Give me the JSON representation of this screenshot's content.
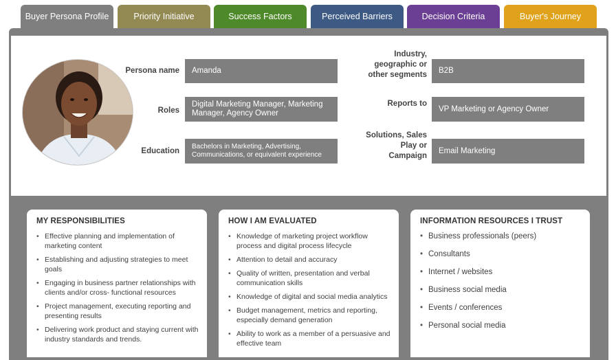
{
  "tabs": [
    {
      "label": "Buyer Persona Profile",
      "color": "#7f7f7f"
    },
    {
      "label": "Priority Initiative",
      "color": "#938953"
    },
    {
      "label": "Success  Factors",
      "color": "#4f8a2a"
    },
    {
      "label": "Perceived Barriers",
      "color": "#3d5a85"
    },
    {
      "label": "Decision Criteria",
      "color": "#6a3f94"
    },
    {
      "label": "Buyer's Journey",
      "color": "#e0a21a"
    }
  ],
  "profile": {
    "persona_name_label": "Persona name",
    "persona_name": "Amanda",
    "roles_label": "Roles",
    "roles": "Digital Marketing Manager, Marketing Manager, Agency Owner",
    "education_label": "Education",
    "education": "Bachelors in Marketing, Advertising, Communications, or equivalent experience",
    "industry_label": "Industry, geographic or other segments",
    "industry": "B2B",
    "reports_to_label": "Reports to",
    "reports_to": "VP Marketing or Agency Owner",
    "solutions_label": "Solutions, Sales Play or Campaign",
    "solutions": "Email Marketing"
  },
  "cards": {
    "responsibilities": {
      "title": "MY RESPONSIBILITIES",
      "items": [
        "Effective planning and implementation of marketing content",
        "Establishing and adjusting strategies to meet goals",
        "Engaging in business partner relationships with clients and/or cross- functional resources",
        "Project management, executing reporting and presenting results",
        "Delivering work product and staying current with industry standards and trends."
      ]
    },
    "evaluated": {
      "title": "HOW I AM EVALUATED",
      "items": [
        "Knowledge of marketing project workflow process and digital process lifecycle",
        "Attention to detail and accuracy",
        "Quality of written, presentation and verbal communication skills",
        "Knowledge of digital and social media analytics",
        "Budget management, metrics and reporting, especially demand generation",
        "Ability to work as a member of a persuasive and effective team"
      ]
    },
    "resources": {
      "title": "INFORMATION RESOURCES I TRUST",
      "items": [
        "Business professionals (peers)",
        "Consultants",
        "Internet / websites",
        "Business social media",
        "Events / conferences",
        "Personal social media"
      ]
    }
  }
}
